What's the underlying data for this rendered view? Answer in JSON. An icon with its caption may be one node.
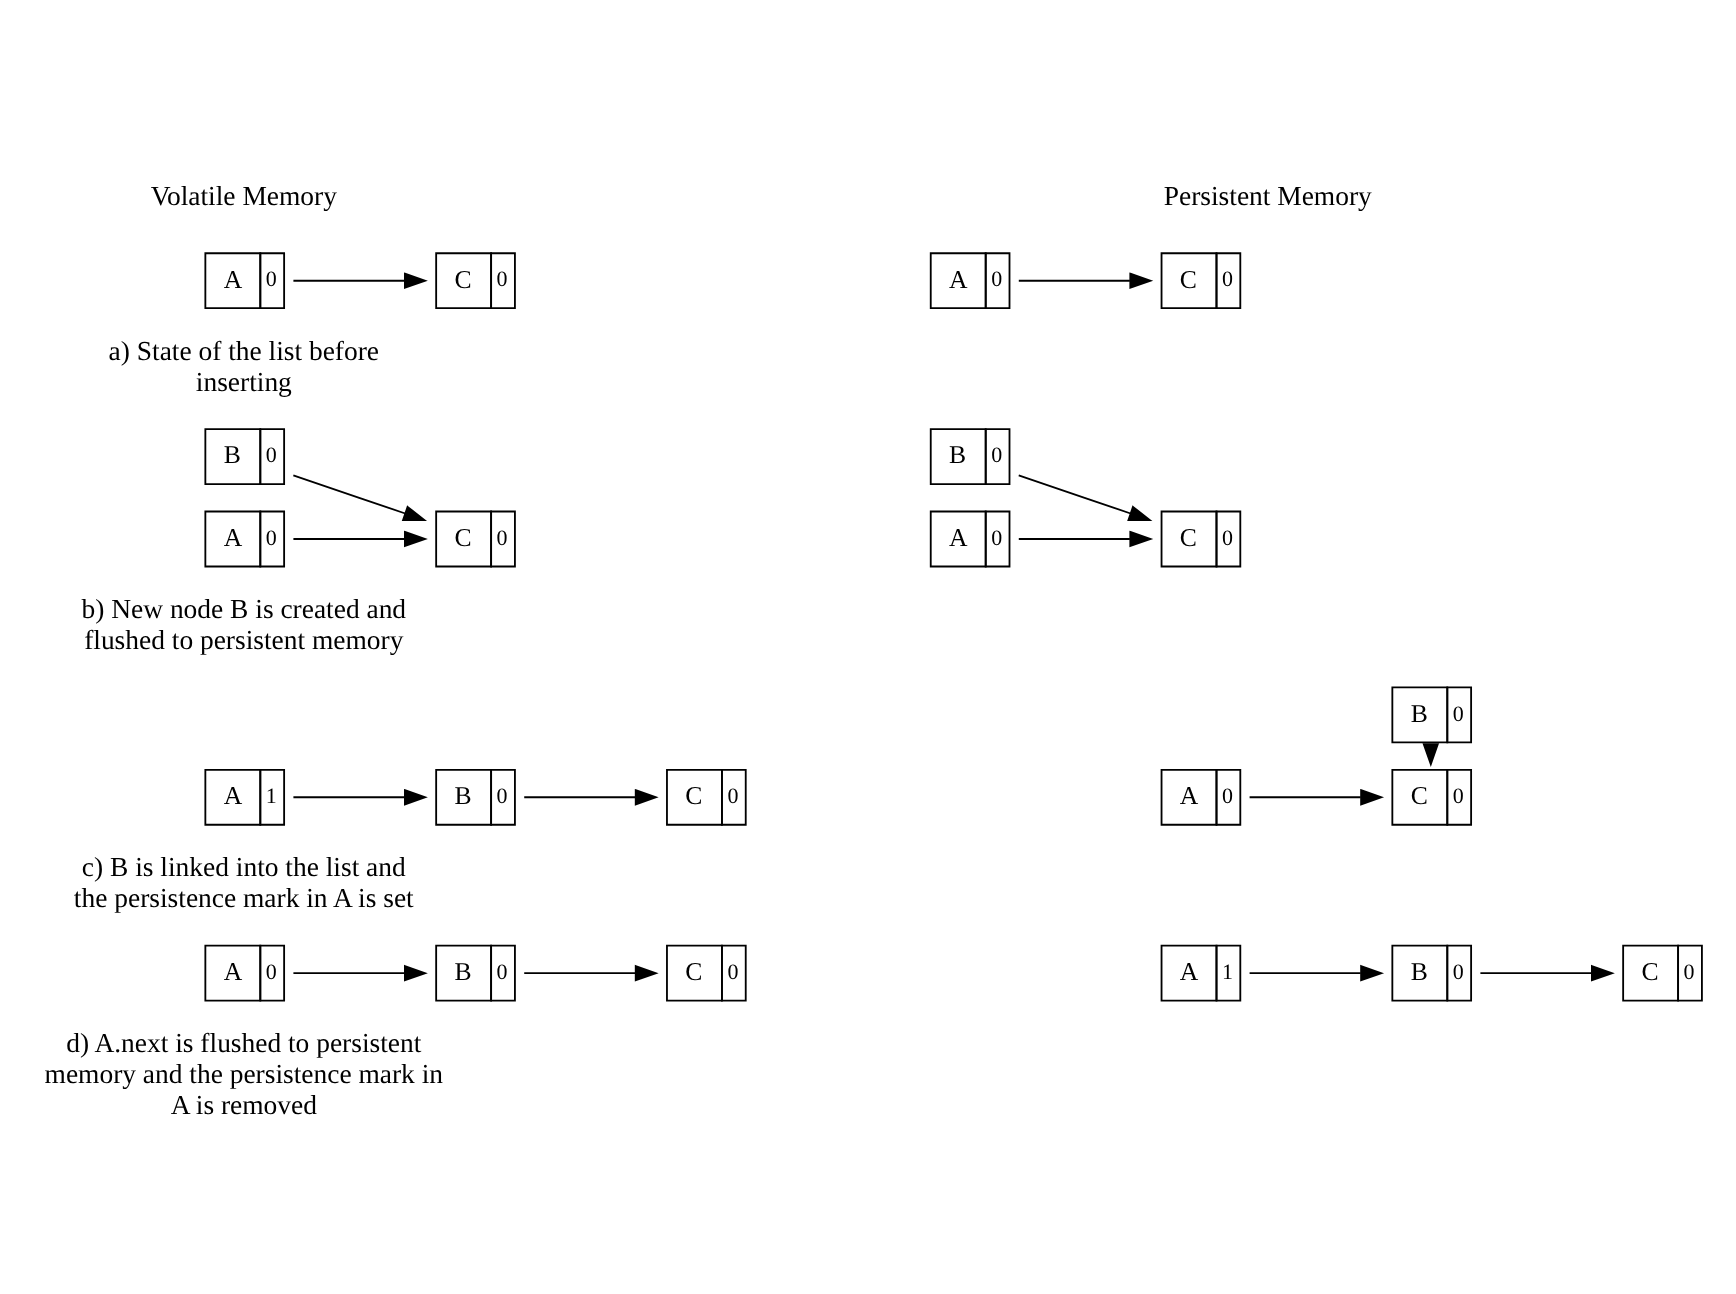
{
  "diagram": {
    "nodes": [
      {
        "text": [
          "A",
          "0"
        ]
      },
      {
        "text": [
          "C",
          "0"
        ]
      },
      {
        "text": [
          "A",
          "0"
        ]
      },
      {
        "text": [
          "C",
          "0"
        ]
      },
      {
        "text": [
          "B",
          "0"
        ]
      },
      {
        "text": [
          "B",
          "0"
        ]
      },
      {
        "text": [
          "A",
          "0"
        ]
      },
      {
        "text": [
          "C",
          "0"
        ]
      },
      {
        "text": [
          "A",
          "0"
        ]
      },
      {
        "text": [
          "C",
          "0"
        ]
      },
      {
        "text": [
          "B",
          "0"
        ]
      },
      {
        "text": [
          "A",
          "1"
        ]
      },
      {
        "text": [
          "B",
          "0"
        ]
      },
      {
        "text": [
          "C",
          "0"
        ]
      },
      {
        "text": [
          "A",
          "0"
        ]
      },
      {
        "text": [
          "C",
          "0"
        ]
      },
      {
        "text": [
          "A",
          "0"
        ]
      },
      {
        "text": [
          "B",
          "0"
        ]
      },
      {
        "text": [
          "C",
          "0"
        ]
      },
      {
        "text": [
          "A",
          "1"
        ]
      },
      {
        "text": [
          "B",
          "0"
        ]
      },
      {
        "text": [
          "C",
          "0"
        ]
      }
    ],
    "edges": [
      {
        "from": 0,
        "to": 1,
        "arrow": "to"
      },
      {
        "from": 2,
        "to": 3,
        "arrow": "to"
      },
      {
        "from": 6,
        "to": 7,
        "arrow": "to"
      },
      {
        "from": 4,
        "to": 7,
        "arrow": "to"
      },
      {
        "from": 8,
        "to": 9,
        "arrow": "to"
      },
      {
        "from": 5,
        "to": 9,
        "arrow": "to"
      },
      {
        "from": 11,
        "to": 12,
        "arrow": "to"
      },
      {
        "from": 12,
        "to": 13,
        "arrow": "to"
      },
      {
        "from": 14,
        "to": 15,
        "arrow": "to"
      },
      {
        "from": 10,
        "to": 15,
        "arrow": "to"
      },
      {
        "from": 16,
        "to": 17,
        "arrow": "to"
      },
      {
        "from": 17,
        "to": 18,
        "arrow": "to"
      },
      {
        "from": 19,
        "to": 20,
        "arrow": "to"
      },
      {
        "from": 20,
        "to": 21,
        "arrow": "to"
      }
    ],
    "labels": [
      "Volatile Memory",
      "Persistent Memory",
      "a) State of the list before inserting",
      "b) New node B is created and flushed to persistent memory",
      "c) B is linked into the list and the persistence mark in A is set",
      "d) A.next is flushed to persistent memory and the persistence mark in A is removed"
    ]
  }
}
